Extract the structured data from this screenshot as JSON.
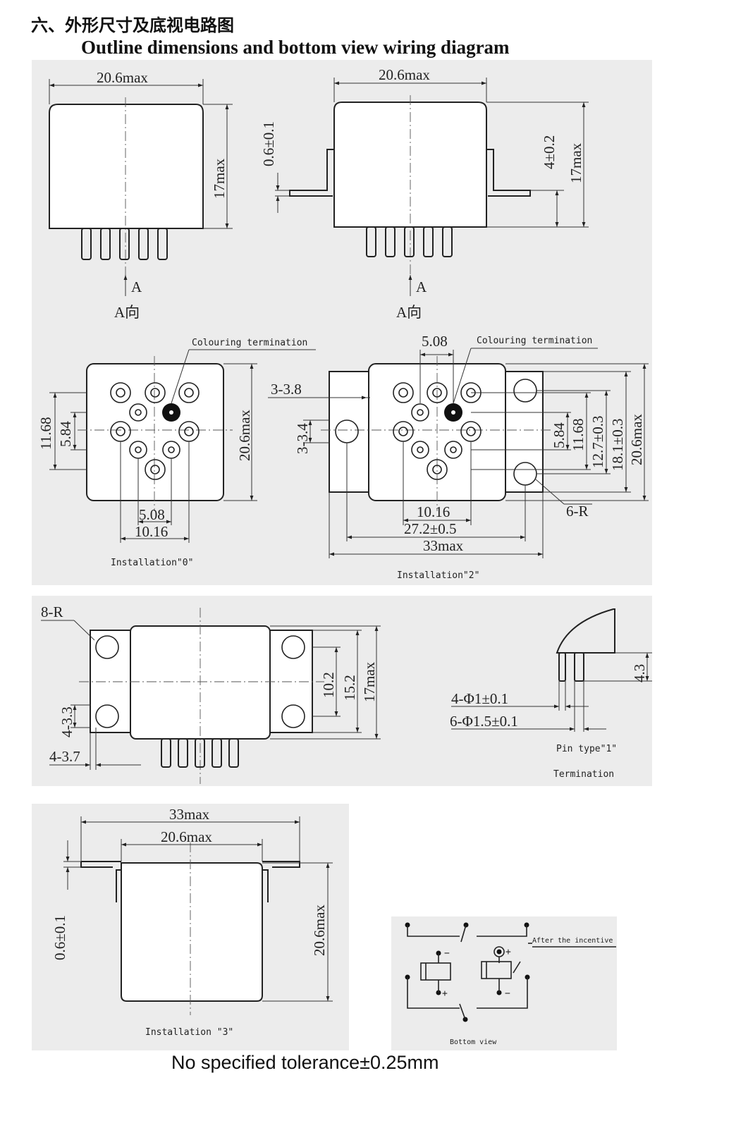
{
  "header": {
    "title_cn": "六、外形尺寸及底视电路图",
    "title_en": "Outline dimensions and bottom view wiring diagram"
  },
  "view1": {
    "width": "20.6max",
    "height": "17max",
    "arrow_label": "A",
    "view_label": "A向"
  },
  "view2": {
    "width": "20.6max",
    "flange_thickness": "0.6±0.1",
    "flange_height": "4±0.2",
    "height": "17max",
    "arrow_label": "A",
    "view_label": "A向"
  },
  "install0": {
    "callout": "Colouring termination",
    "dim_a": "11.68",
    "dim_b": "5.84",
    "side": "20.6max",
    "pitch": "5.08",
    "span": "10.16",
    "label": "Installation\"0\""
  },
  "install2": {
    "pitch_top": "5.08",
    "callout": "Colouring termination",
    "holes": "3-3.8",
    "slot": "3-3.4",
    "d1": "5.84",
    "d2": "11.68",
    "d3": "12.7±0.3",
    "d4": "18.1±0.3",
    "d5": "20.6max",
    "radius": "6-R",
    "span": "10.16",
    "mount": "27.2±0.5",
    "overall": "33max",
    "label": "Installation\"2\""
  },
  "view_side8": {
    "radius": "8-R",
    "d1": "10.2",
    "d2": "15.2",
    "d3": "17max",
    "hole1": "4-3.3",
    "hole2": "4-3.7"
  },
  "pin_type": {
    "height": "4.3",
    "pin_small": "4-Φ1±0.1",
    "pin_large": "6-Φ1.5±0.1",
    "label": "Pin type\"1\"",
    "sub_label": "Termination"
  },
  "install3": {
    "overall": "33max",
    "width": "20.6max",
    "flange_thickness": "0.6±0.1",
    "height": "20.6max",
    "label": "Installation \"3\""
  },
  "circuit": {
    "note": "After the incentive",
    "plus": "+",
    "minus": "−",
    "label": "Bottom view"
  },
  "footer": {
    "tolerance_note": "No specified tolerance±0.25mm"
  }
}
